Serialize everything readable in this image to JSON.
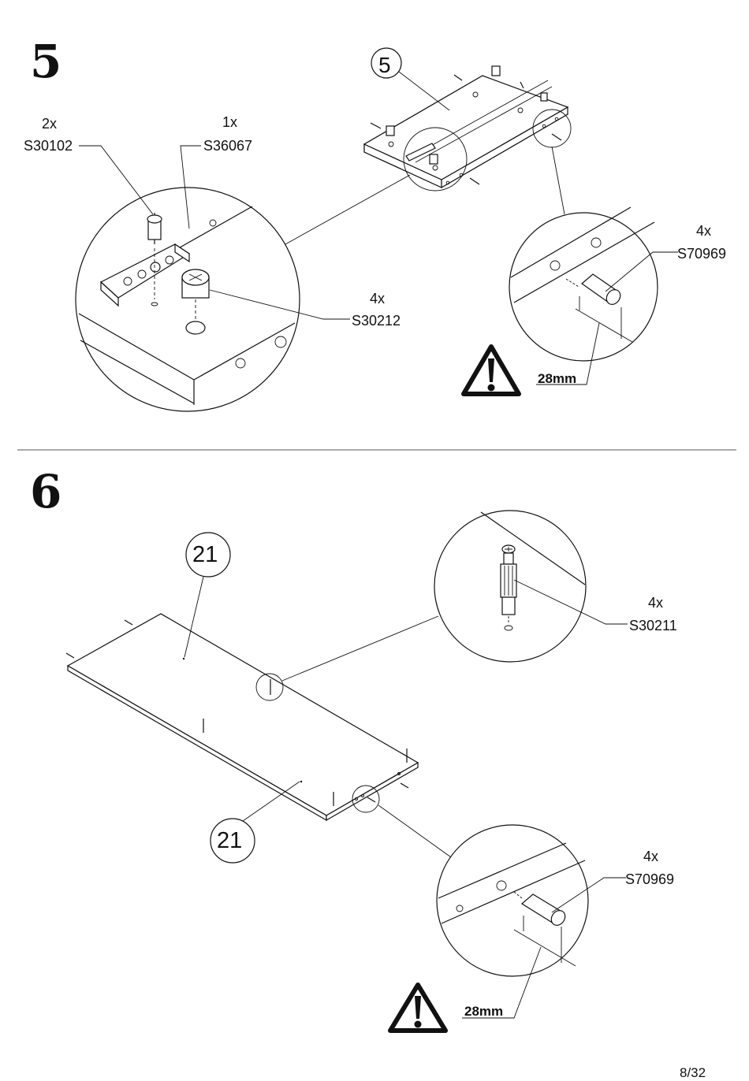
{
  "page": {
    "number": "8/32"
  },
  "step5": {
    "number": "5",
    "part_label": "5",
    "hardware": [
      {
        "qty": "2x",
        "code": "S30102"
      },
      {
        "qty": "1x",
        "code": "S36067"
      },
      {
        "qty": "4x",
        "code": "S30212"
      },
      {
        "qty": "4x",
        "code": "S70969"
      }
    ],
    "dimension": "28mm"
  },
  "step6": {
    "number": "6",
    "part_labels": [
      "21",
      "21"
    ],
    "hardware": [
      {
        "qty": "4x",
        "code": "S30211"
      },
      {
        "qty": "4x",
        "code": "S70969"
      }
    ],
    "dimension": "28mm"
  },
  "icons": [
    "warning-triangle-icon"
  ]
}
